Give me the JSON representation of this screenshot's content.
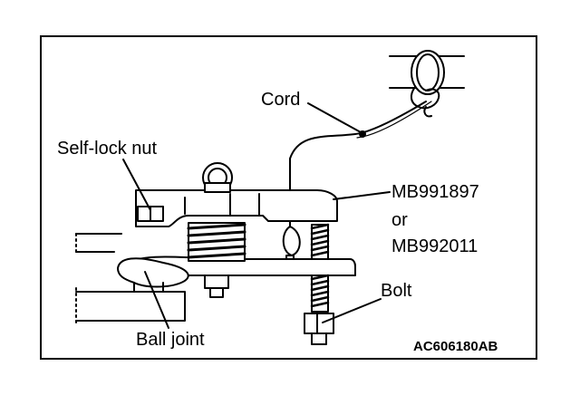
{
  "labels": {
    "cord": "Cord",
    "self_lock_nut": "Self-lock nut",
    "tool_number_1": "MB991897",
    "or": "or",
    "tool_number_2": "MB992011",
    "bolt": "Bolt",
    "ball_joint": "Ball joint"
  },
  "figure_code": "AC606180AB"
}
